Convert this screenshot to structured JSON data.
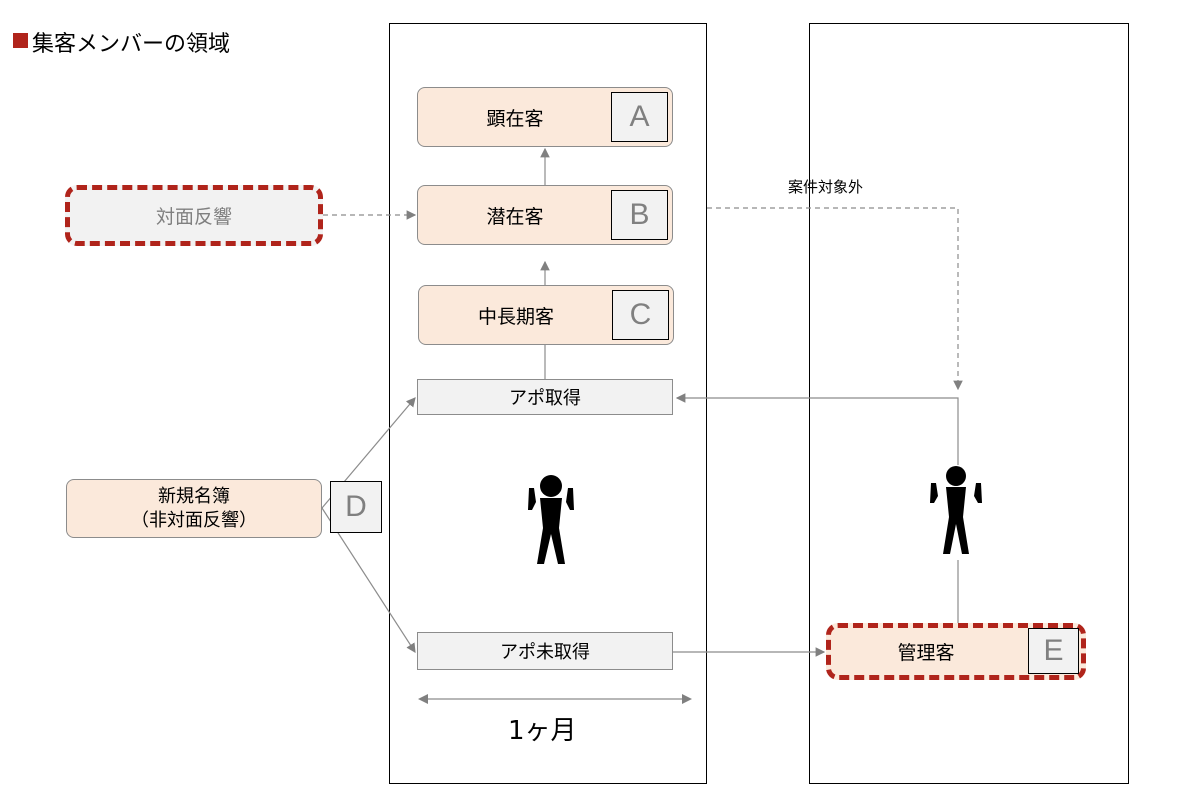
{
  "title": "集客メンバーの領域",
  "accent_color": "#B0241B",
  "nodes": {
    "a": {
      "label": "顕在客",
      "letter": "A"
    },
    "b": {
      "label": "潜在客",
      "letter": "B"
    },
    "c": {
      "label": "中長期客",
      "letter": "C"
    },
    "d": {
      "label": "新規名簿",
      "label2": "（非対面反響）",
      "letter": "D"
    },
    "e": {
      "label": "管理客",
      "letter": "E"
    },
    "face": {
      "label": "対面反響"
    },
    "apo": {
      "label": "アポ取得"
    },
    "noapo": {
      "label": "アポ未取得"
    }
  },
  "out_of_scope": "案件対象外",
  "duration": "1ヶ月"
}
